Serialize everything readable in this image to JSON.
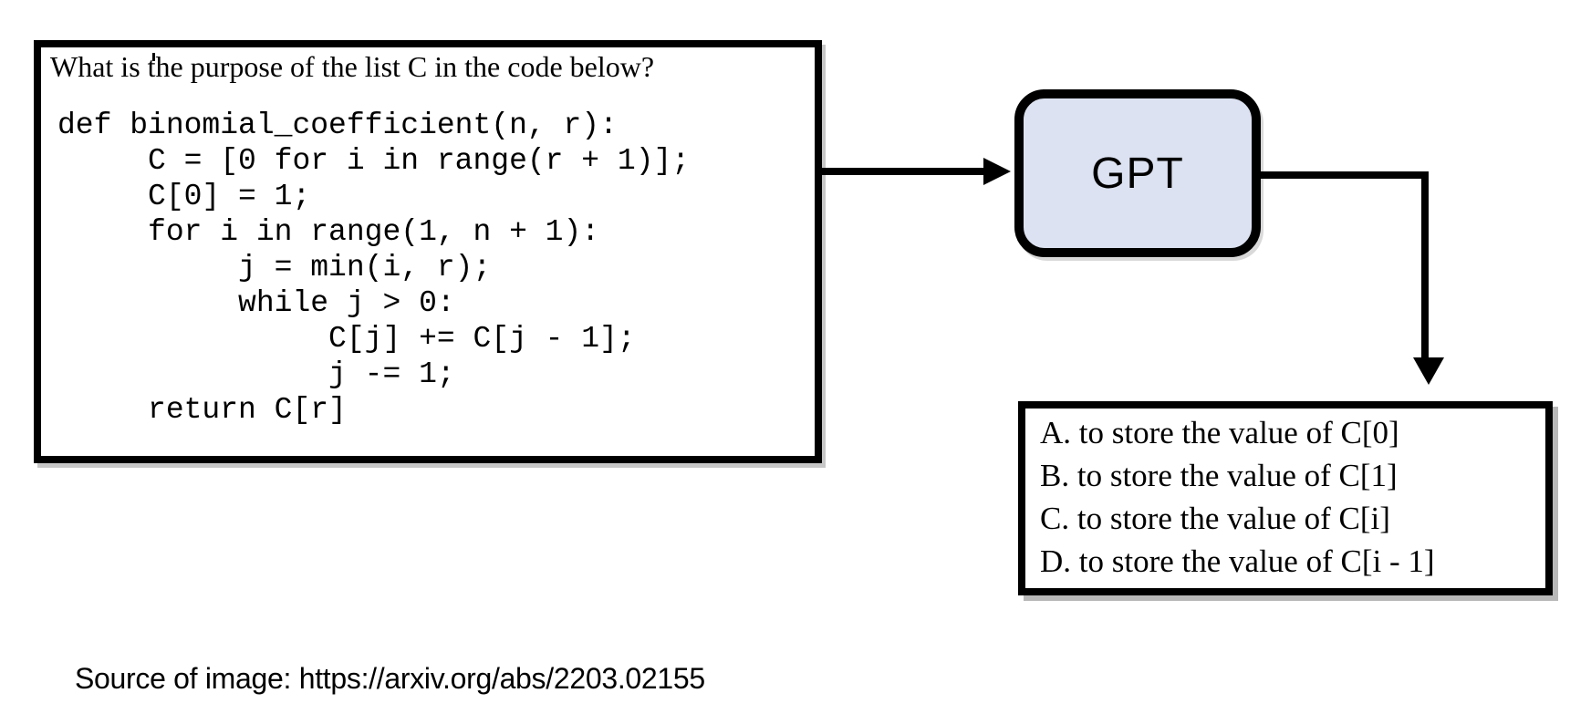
{
  "question_box": {
    "question": "What is the purpose of the list C in the code below?",
    "code": "def binomial_coefficient(n, r):\n     C = [0 for i in range(r + 1)];\n     C[0] = 1;\n     for i in range(1, n + 1):\n          j = min(i, r);\n          while j > 0:\n               C[j] += C[j - 1];\n               j -= 1;\n     return C[r]"
  },
  "gpt_node": {
    "label": "GPT",
    "fill_color": "#dce2f1",
    "border_color": "#000000"
  },
  "answers_box": {
    "options": [
      "A. to store the value of C[0]",
      "B. to store the value of C[1]",
      "C. to store the value of C[i]",
      "D. to store the value of C[i - 1]"
    ]
  },
  "source": {
    "text": "Source of image: https://arxiv.org/abs/2203.02155"
  },
  "colors": {
    "background": "#ffffff",
    "line_and_border": "#000000",
    "text": "#000000"
  }
}
